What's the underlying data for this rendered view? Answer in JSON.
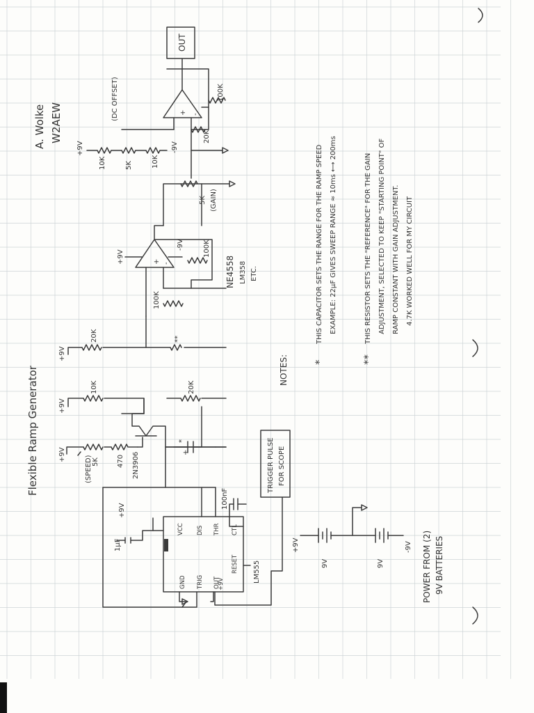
{
  "title": "Flexible Ramp Generator",
  "author": {
    "name": "A. Wolke",
    "callsign": "W2AEW"
  },
  "output_label": "OUT",
  "dc_offset_label": "(DC OFFSET)",
  "supply": {
    "plus9": "+9V",
    "minus9": "-9V"
  },
  "components": {
    "pot_speed": "(SPEED)",
    "pot_speed_value": "5K",
    "r470": "470",
    "transistor": "2N3906",
    "r10k_a": "10K",
    "r20k_a": "20K",
    "r20k_b": "20K",
    "r_star_star": "**",
    "cap_star": "*",
    "r100k_a": "100K",
    "r100k_b": "100K",
    "opamp_part": [
      "NE4558",
      "LM358",
      "ETC."
    ],
    "pot_gain_value": "5K",
    "pot_gain_label": "(GAIN)",
    "r20k_c": "20K",
    "r100k_c": "100K",
    "offset_r1": "10K",
    "offset_pot": "5K",
    "offset_r2": "10K",
    "cap_1uf": "1µF",
    "cap_100nf": "100nF",
    "chip_name": "LM555",
    "chip_pins": [
      "GND",
      "TRIG",
      "OUT",
      "RESET",
      "CTL",
      "THR",
      "DIS",
      "VCC"
    ],
    "trigger_box": [
      "TRIGGER PULSE",
      "FOR SCOPE"
    ],
    "battery_a": "9V",
    "battery_b": "9V",
    "power_note": [
      "POWER FROM (2)",
      "9V BATTERIES"
    ],
    "plus_sign": "+",
    "minus_sign": "-"
  },
  "notes": {
    "heading": "NOTES:",
    "star1_marker": "*",
    "star1_lines": [
      "THIS CAPACITOR SETS THE RANGE FOR THE RAMP SPEED",
      "EXAMPLE: 22µF GIVES SWEEP RANGE ≈ 10ms ⟷ 200ms"
    ],
    "star2_marker": "**",
    "star2_lines": [
      "THIS RESISTOR SETS THE \"REFERENCE\" FOR THE GAIN",
      "ADJUSTMENT, SELECTED TO KEEP \"STARTING POINT\" OF",
      "RAMP CONSTANT WITH GAIN ADJUSTMENT.",
      "4.7K WORKED WELL FOR MY CIRCUIT"
    ]
  }
}
